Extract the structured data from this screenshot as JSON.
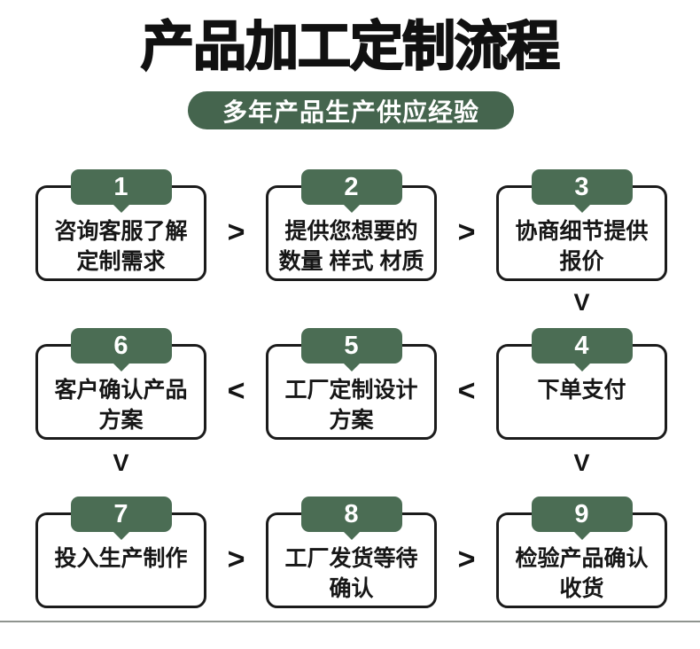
{
  "title": "产品加工定制流程",
  "banner": "多年产品生产供应经验",
  "colors": {
    "tab_green": "#4b6d54",
    "banner_green": "#45654e",
    "box_border": "#1b1b1b",
    "bottom_line": "#8f948f",
    "text_black": "#141414"
  },
  "steps": [
    {
      "number": "1",
      "line1": "咨询客服了解",
      "line2": "定制需求"
    },
    {
      "number": "2",
      "line1": "提供您想要的",
      "line2": "数量 样式 材质"
    },
    {
      "number": "3",
      "line1": "协商细节提供",
      "line2": "报价"
    },
    {
      "number": "4",
      "line1": "下单支付",
      "line2": ""
    },
    {
      "number": "5",
      "line1": "工厂定制设计",
      "line2": "方案"
    },
    {
      "number": "6",
      "line1": "客户确认产品",
      "line2": "方案"
    },
    {
      "number": "7",
      "line1": "投入生产制作",
      "line2": ""
    },
    {
      "number": "8",
      "line1": "工厂发货等待",
      "line2": "确认"
    },
    {
      "number": "9",
      "line1": "检验产品确认",
      "line2": "收货"
    }
  ],
  "connectors": {
    "right": ">",
    "left": "<",
    "down": "V"
  }
}
